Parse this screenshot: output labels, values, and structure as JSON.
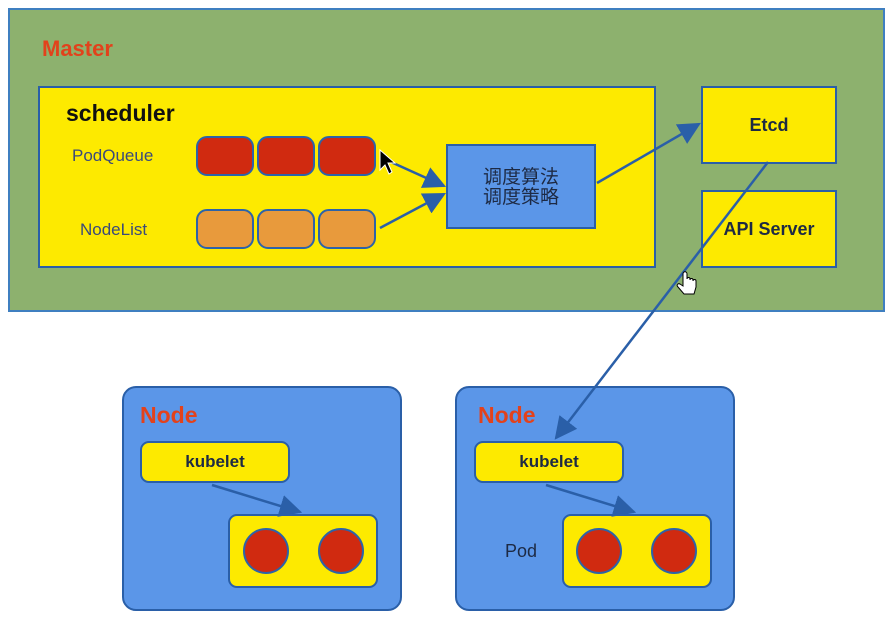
{
  "master": {
    "title": "Master"
  },
  "scheduler": {
    "title": "scheduler",
    "pod_queue_label": "PodQueue",
    "node_list_label": "NodeList",
    "pod_queue_count": 3,
    "node_list_count": 3,
    "algorithm_lines": [
      "调度算法",
      "调度策略"
    ]
  },
  "etcd": {
    "label": "Etcd"
  },
  "api_server": {
    "label": "API Server"
  },
  "nodes": [
    {
      "title": "Node",
      "kubelet": "kubelet",
      "pod_label": "",
      "pod_count": 2
    },
    {
      "title": "Node",
      "kubelet": "kubelet",
      "pod_label": "Pod",
      "pod_count": 2
    }
  ],
  "colors": {
    "master_bg": "#8db16e",
    "box_yellow": "#fdea00",
    "node_blue": "#5b96e8",
    "border_blue": "#2a5fa8",
    "title_red": "#e2421c",
    "pod_red": "#d02a10",
    "node_orange": "#e89a3c"
  }
}
